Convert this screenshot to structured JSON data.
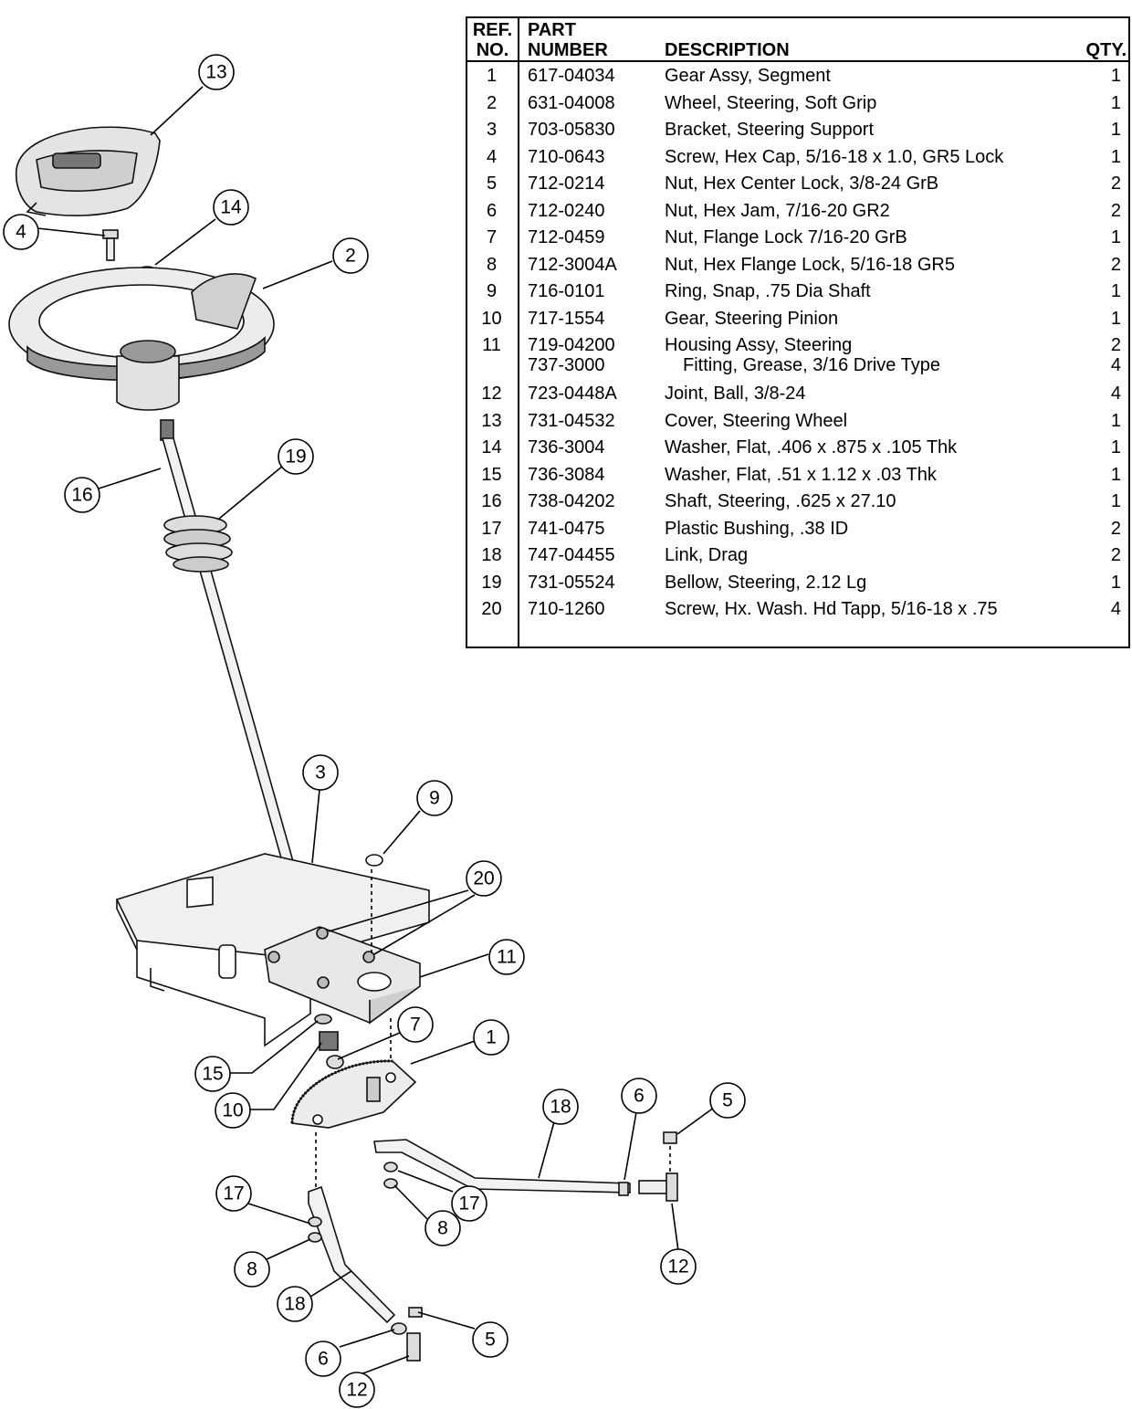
{
  "table": {
    "headers": {
      "ref_line1": "REF.",
      "ref_line2": "NO.",
      "part_line1": "PART",
      "part_line2": "NUMBER",
      "description": "DESCRIPTION",
      "qty": "QTY."
    },
    "rows": [
      {
        "ref": "1",
        "part": "617-04034",
        "desc": "Gear Assy, Segment",
        "qty": "1"
      },
      {
        "ref": "2",
        "part": "631-04008",
        "desc": "Wheel, Steering, Soft Grip",
        "qty": "1"
      },
      {
        "ref": "3",
        "part": "703-05830",
        "desc": "Bracket, Steering Support",
        "qty": "1"
      },
      {
        "ref": "4",
        "part": "710-0643",
        "desc": "Screw, Hex Cap, 5/16-18 x 1.0, GR5 Lock",
        "qty": "1"
      },
      {
        "ref": "5",
        "part": "712-0214",
        "desc": "Nut, Hex Center Lock, 3/8-24 GrB",
        "qty": "2"
      },
      {
        "ref": "6",
        "part": "712-0240",
        "desc": "Nut, Hex Jam, 7/16-20 GR2",
        "qty": "2"
      },
      {
        "ref": "7",
        "part": "712-0459",
        "desc": "Nut, Flange Lock 7/16-20 GrB",
        "qty": "1"
      },
      {
        "ref": "8",
        "part": "712-3004A",
        "desc": "Nut, Hex Flange Lock, 5/16-18 GR5",
        "qty": "2"
      },
      {
        "ref": "9",
        "part": "716-0101",
        "desc": "Ring, Snap, .75 Dia Shaft",
        "qty": "1"
      },
      {
        "ref": "10",
        "part": "717-1554",
        "desc": "Gear, Steering Pinion",
        "qty": "1"
      },
      {
        "ref": "11",
        "part": "719-04200",
        "desc": "Housing Assy, Steering",
        "qty": "2"
      },
      {
        "ref": "",
        "part": "737-3000",
        "desc": "Fitting, Grease, 3/16 Drive Type",
        "qty": "4"
      },
      {
        "ref": "12",
        "part": "723-0448A",
        "desc": "Joint, Ball, 3/8-24",
        "qty": "4"
      },
      {
        "ref": "13",
        "part": "731-04532",
        "desc": "Cover, Steering Wheel",
        "qty": "1"
      },
      {
        "ref": "14",
        "part": "736-3004",
        "desc": "Washer, Flat, .406 x .875 x .105 Thk",
        "qty": "1"
      },
      {
        "ref": "15",
        "part": "736-3084",
        "desc": "Washer, Flat, .51 x 1.12 x .03 Thk",
        "qty": "1"
      },
      {
        "ref": "16",
        "part": "738-04202",
        "desc": "Shaft, Steering, .625 x 27.10",
        "qty": "1"
      },
      {
        "ref": "17",
        "part": "741-0475",
        "desc": "Plastic Bushing, .38 ID",
        "qty": "2"
      },
      {
        "ref": "18",
        "part": "747-04455",
        "desc": "Link, Drag",
        "qty": "2"
      },
      {
        "ref": "19",
        "part": "731-05524",
        "desc": "Bellow, Steering, 2.12 Lg",
        "qty": "1"
      },
      {
        "ref": "20",
        "part": "710-1260",
        "desc": "Screw, Hx. Wash. Hd Tapp, 5/16-18 x .75",
        "qty": "4"
      }
    ]
  },
  "callouts": {
    "c13": "13",
    "c14": "14",
    "c4": "4",
    "c2": "2",
    "c16": "16",
    "c19": "19",
    "c3": "3",
    "c9": "9",
    "c20": "20",
    "c11": "11",
    "c7": "7",
    "c1": "1",
    "c15": "15",
    "c10": "10",
    "c18a": "18",
    "c6a": "6",
    "c5a": "5",
    "c17a": "17",
    "c17b": "17",
    "c8a": "8",
    "c8b": "8",
    "c12a": "12",
    "c18b": "18",
    "c6b": "6",
    "c5b": "5",
    "c12b": "12"
  }
}
